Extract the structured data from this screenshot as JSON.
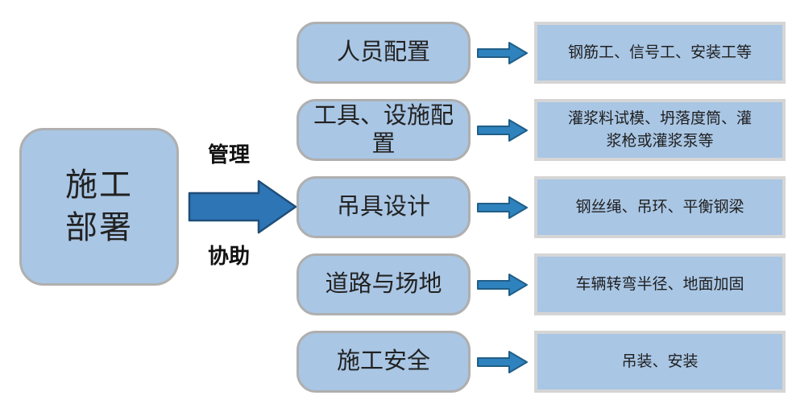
{
  "diagram": {
    "title": "construction-deployment-flow",
    "root": {
      "label": "施工\n部署"
    },
    "main_arrow": {
      "top_label": "管理",
      "bottom_label": "协助"
    },
    "rows": [
      {
        "category": "人员配置",
        "detail": "钢筋工、信号工、安装工等"
      },
      {
        "category": "工具、设施配\n置",
        "detail": "灌浆料试模、坍落度筒、灌\n浆枪或灌浆泵等"
      },
      {
        "category": "吊具设计",
        "detail": "钢丝绳、吊环、平衡钢梁"
      },
      {
        "category": "道路与场地",
        "detail": "车辆转弯半径、地面加固"
      },
      {
        "category": "施工安全",
        "detail": "吊装、安装"
      }
    ],
    "colors": {
      "box_fill": "#a9c6e4",
      "category_border": "#afafaf",
      "detail_border": "#d5d5d5",
      "main_arrow_fill": "#2e75b6",
      "main_arrow_stroke": "#1f4e79",
      "row_arrow_fill": "#2e82be",
      "row_arrow_stroke": "#205e86",
      "text": "#1a1a1a"
    }
  }
}
